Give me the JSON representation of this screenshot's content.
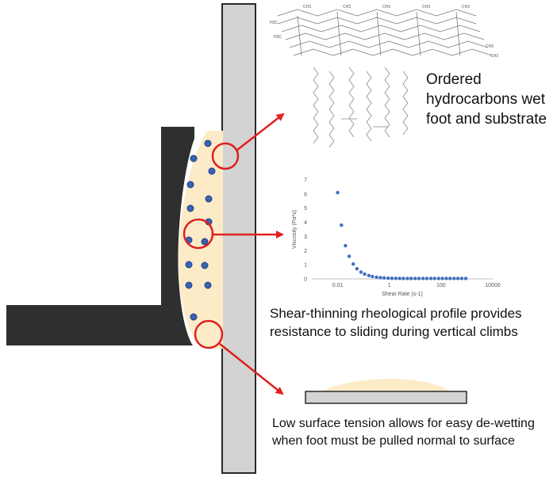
{
  "captions": {
    "hydrocarbons": "Ordered hydrocarbons wet foot and substrate",
    "shear": "Shear-thinning rheological profile provides resistance to sliding during vertical climbs",
    "tension": "Low surface tension allows for easy de-wetting when foot must be pulled normal to surface"
  },
  "molecule_labels": {
    "methyl": "CH3",
    "methyl_left": "H3C"
  },
  "chart_data": {
    "type": "scatter",
    "xlabel": "Shear Rate (s-1)",
    "ylabel": "Viscosity (Pa*s)",
    "xscale": "log",
    "xlim": [
      0.001,
      10000
    ],
    "ylim": [
      0,
      7
    ],
    "xticks": [
      "0.01",
      "1",
      "100",
      "10000"
    ],
    "yticks": [
      "0",
      "1",
      "2",
      "3",
      "4",
      "5",
      "6",
      "7"
    ],
    "grid": false,
    "x": [
      0.01,
      0.014,
      0.02,
      0.028,
      0.04,
      0.056,
      0.08,
      0.11,
      0.16,
      0.22,
      0.32,
      0.45,
      0.63,
      0.9,
      1.26,
      1.78,
      2.5,
      3.5,
      5,
      7,
      10,
      14,
      20,
      28,
      40,
      56,
      80,
      113,
      160,
      225,
      320,
      450,
      630,
      900
    ],
    "y": [
      6.1,
      3.8,
      2.35,
      1.6,
      1.05,
      0.72,
      0.48,
      0.34,
      0.24,
      0.17,
      0.12,
      0.09,
      0.07,
      0.055,
      0.045,
      0.04,
      0.035,
      0.03,
      0.03,
      0.03,
      0.03,
      0.03,
      0.03,
      0.03,
      0.03,
      0.03,
      0.03,
      0.03,
      0.03,
      0.03,
      0.03,
      0.03,
      0.03,
      0.03
    ]
  },
  "colors": {
    "foot": "#2f2f2f",
    "secretion": "#fdebc8",
    "particle": "#3a62b5",
    "substrate": "#d3d3d3",
    "highlight": "#e02020",
    "data_point": "#3f6fbf",
    "axis": "#bfbfbf"
  }
}
